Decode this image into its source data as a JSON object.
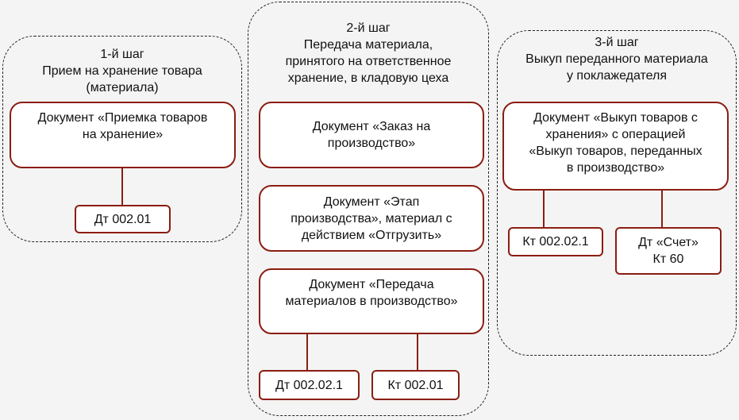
{
  "steps": [
    {
      "heading": "1-й шаг\nПрием на хранение товара\n(материала)",
      "docs": [
        "Документ «Приемка товаров\nна хранение»"
      ],
      "accounts": [
        "Дт 002.01"
      ]
    },
    {
      "heading": "2-й шаг\nПередача материала,\nпринятого на ответственное\nхранение, в кладовую цеха",
      "docs": [
        "Документ «Заказ на\nпроизводство»",
        "Документ «Этап\nпроизводства», материал с\nдействием «Отгрузить»",
        "Документ «Передача\nматериалов в производство»"
      ],
      "accounts": [
        "Дт 002.02.1",
        "Кт 002.01"
      ]
    },
    {
      "heading": "3-й шаг\nВыкуп переданного материала\nу поклажедателя",
      "docs": [
        "Документ «Выкуп товаров с\nхранения» с операцией\n«Выкуп товаров, переданных\nв производство»"
      ],
      "accounts": [
        "Кт 002.02.1",
        "Дт «Счет»\nКт 60"
      ]
    }
  ],
  "colors": {
    "box_border": "#8b1d12",
    "background": "#f4f4f4",
    "group_border": "#222222"
  }
}
